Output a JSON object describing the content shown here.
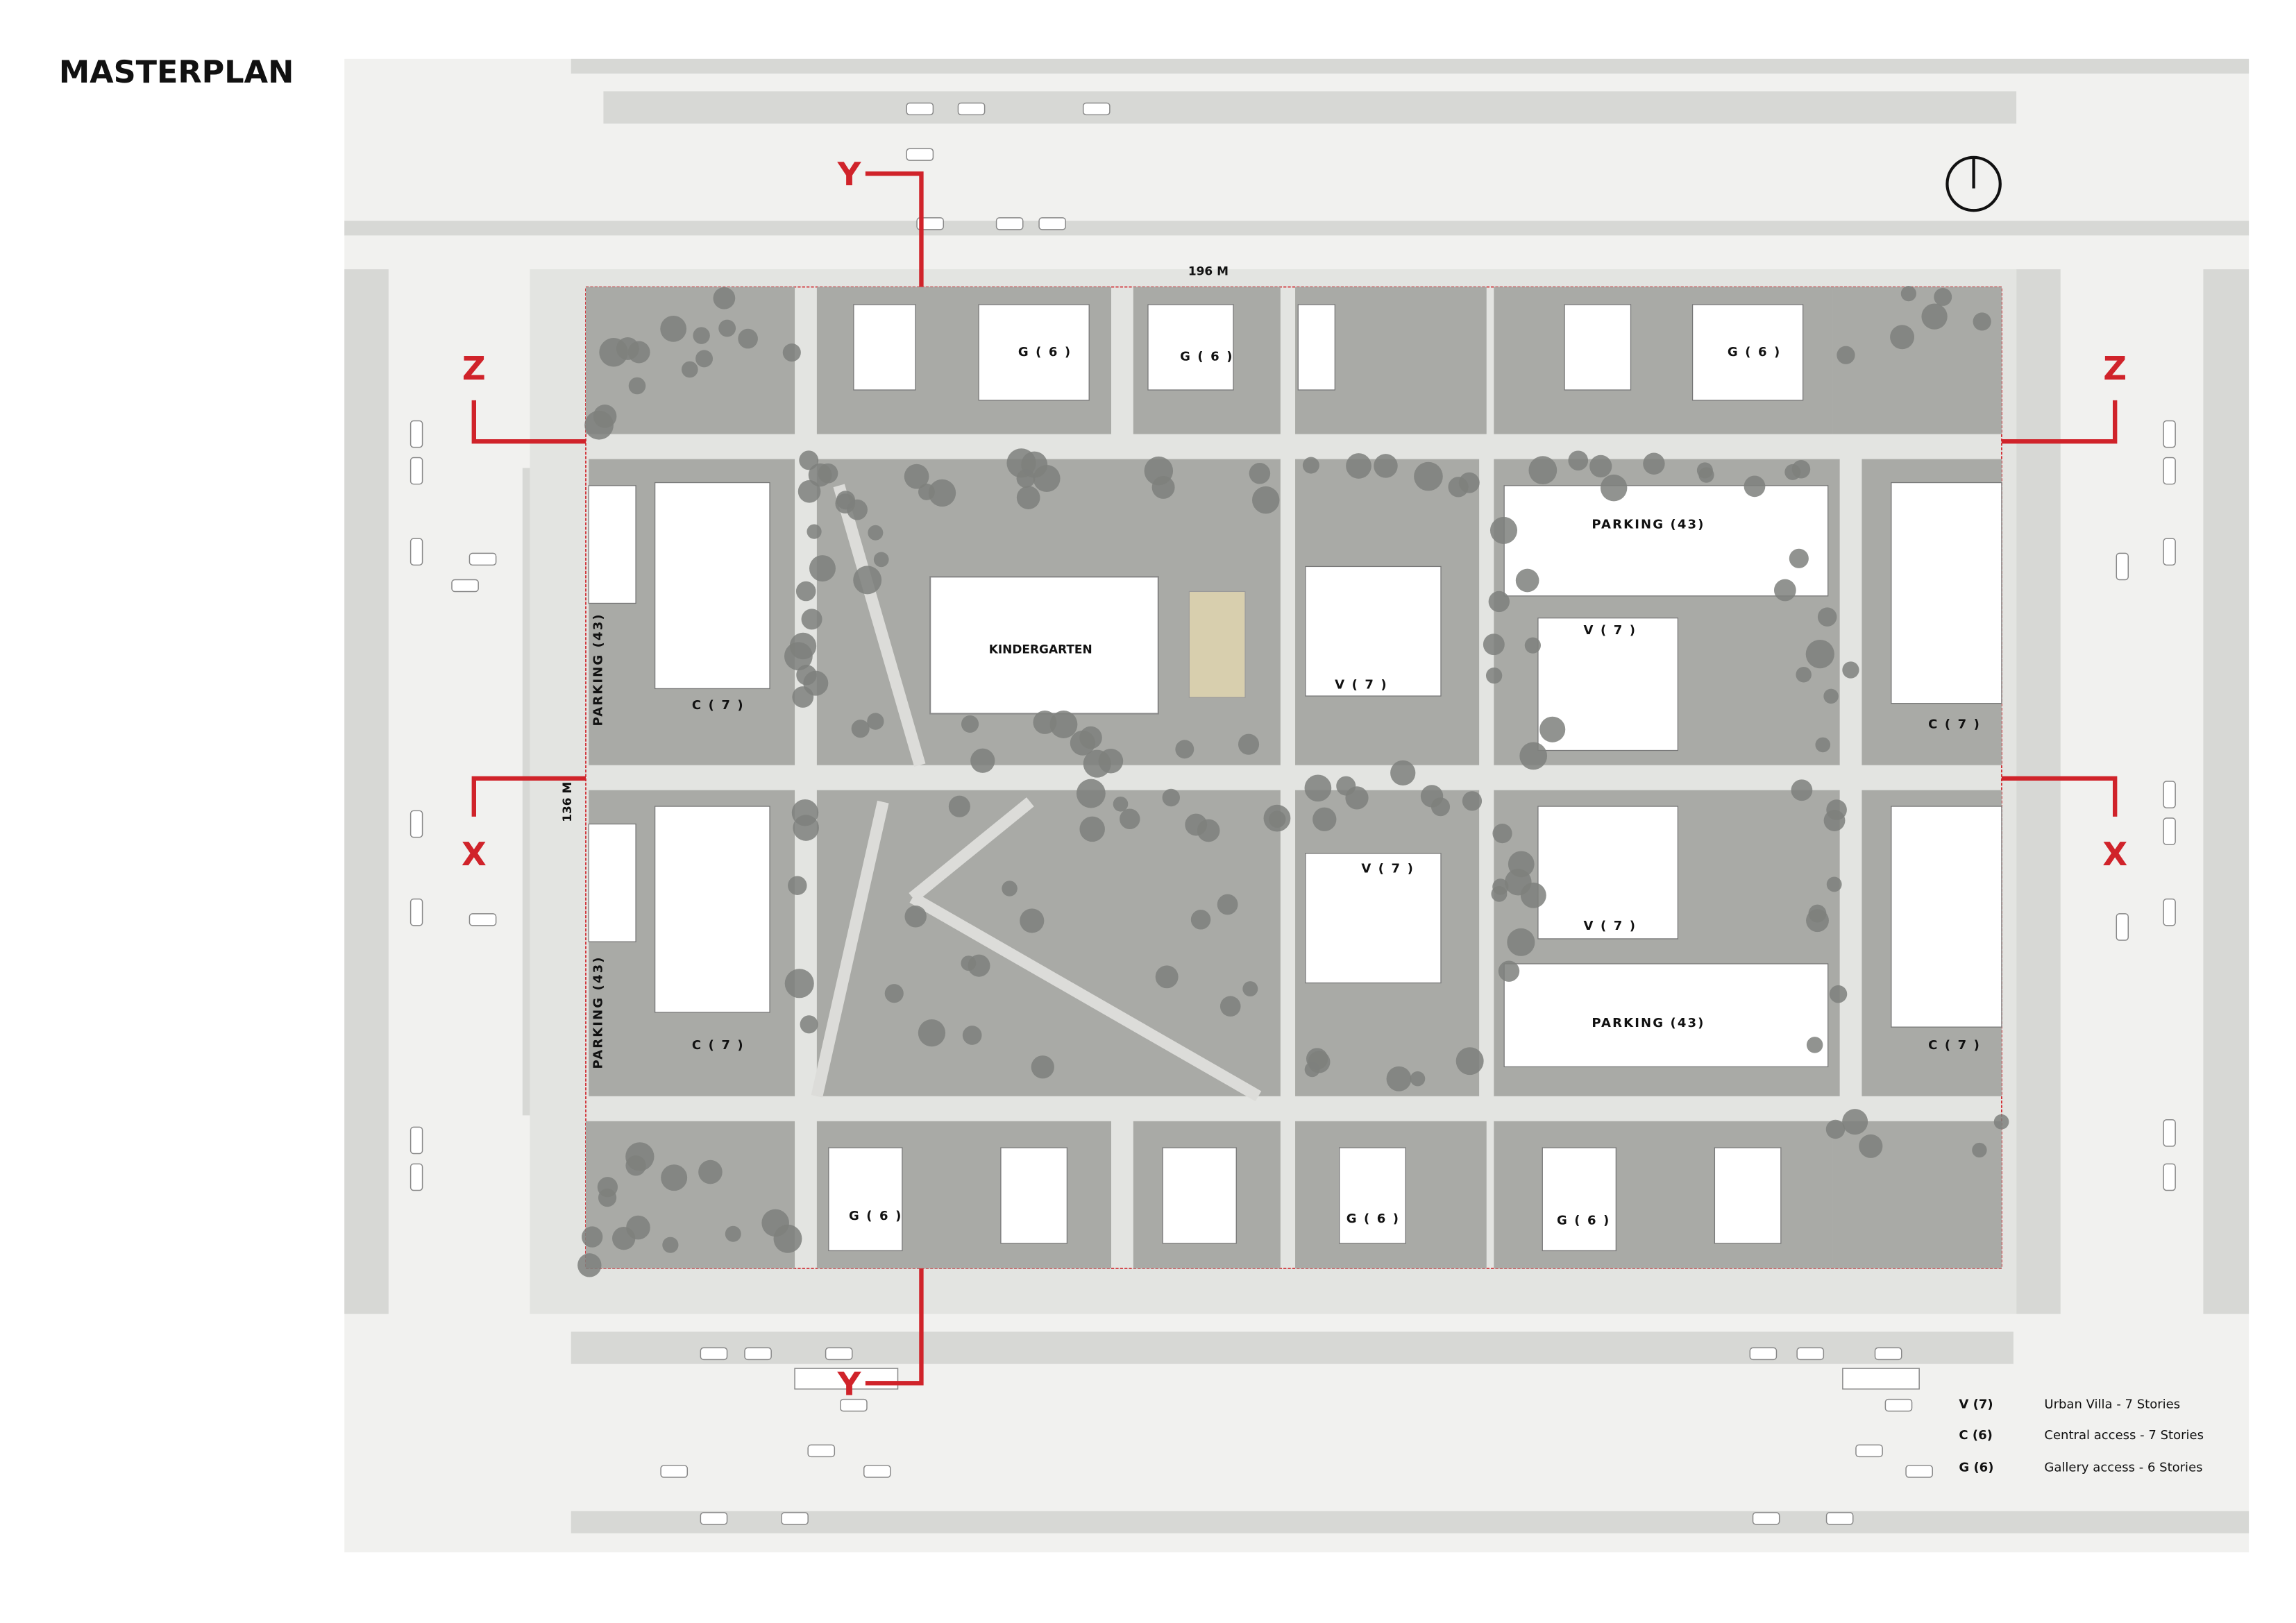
{
  "title": "MASTERPLAN",
  "dimensions": {
    "width": "196 M",
    "height": "136 M"
  },
  "kindergarten": "KINDERGARTEN",
  "parking": [
    "PARKING (43)",
    "PARKING (43)",
    "PARKING (43)",
    "PARKING (43)"
  ],
  "buildings": {
    "gallery": [
      "G ( 6 )",
      "G ( 6 )",
      "G ( 6 )",
      "G ( 6 )",
      "G ( 6 )",
      "G ( 6 )"
    ],
    "central": [
      "C ( 7 )",
      "C ( 7 )",
      "C ( 7 )",
      "C ( 7 )"
    ],
    "villa": [
      "V ( 7 )",
      "V ( 7 )",
      "V ( 7 )",
      "V ( 7 )"
    ]
  },
  "sections": {
    "y": "Y",
    "z": "Z",
    "x": "X"
  },
  "legend": [
    {
      "code": "V (7)",
      "text": "Urban Villa - 7 Stories"
    },
    {
      "code": "C (6)",
      "text": "Central access - 7 Stories"
    },
    {
      "code": "G (6)",
      "text": "Gallery access - 6 Stories"
    }
  ],
  "icons": [
    "north-arrow-icon",
    "car-icon",
    "tree-icon",
    "direction-arrow-icon"
  ],
  "colors": {
    "section_line": "#d0232a",
    "green": "#a9aaa6",
    "road": "#d7d8d5",
    "tree": "#7e807c",
    "sandbox": "#d8cfae"
  }
}
